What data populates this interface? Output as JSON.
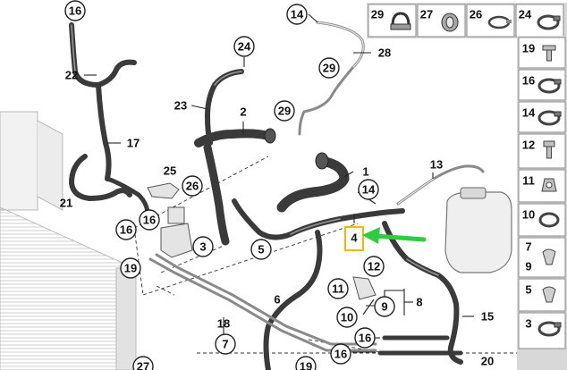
{
  "diagram": {
    "highlight_color": "#f5b800",
    "arrow_color": "#2ecc40",
    "hose_color": "#3a3a3a",
    "callouts": [
      {
        "label": "16"
      },
      {
        "label": "22"
      },
      {
        "label": "14"
      },
      {
        "label": "28"
      },
      {
        "label": "24"
      },
      {
        "label": "29"
      },
      {
        "label": "23"
      },
      {
        "label": "2"
      },
      {
        "label": "17"
      },
      {
        "label": "29"
      },
      {
        "label": "1"
      },
      {
        "label": "13"
      },
      {
        "label": "25"
      },
      {
        "label": "26"
      },
      {
        "label": "21"
      },
      {
        "label": "14"
      },
      {
        "label": "16"
      },
      {
        "label": "16"
      },
      {
        "label": "3"
      },
      {
        "label": "5"
      },
      {
        "label": "4"
      },
      {
        "label": "19"
      },
      {
        "label": "12"
      },
      {
        "label": "11"
      },
      {
        "label": "6"
      },
      {
        "label": "9"
      },
      {
        "label": "8"
      },
      {
        "label": "10"
      },
      {
        "label": "18"
      },
      {
        "label": "15"
      },
      {
        "label": "7"
      },
      {
        "label": "16"
      },
      {
        "label": "16"
      },
      {
        "label": "20"
      },
      {
        "label": "27"
      },
      {
        "label": "19"
      }
    ],
    "top_panel": [
      {
        "label": "29",
        "icon": "clamp-icon"
      },
      {
        "label": "27",
        "icon": "hose-clip-icon"
      },
      {
        "label": "26",
        "icon": "spring-clamp-icon"
      },
      {
        "label": "24",
        "icon": "hose-clamp-icon"
      }
    ],
    "side_panel": [
      {
        "label": "19",
        "icon": "screw-icon"
      },
      {
        "label": "16",
        "icon": "hose-clamp-icon"
      },
      {
        "label": "14",
        "icon": "hose-clamp-icon"
      },
      {
        "label": "12",
        "icon": "bolt-icon"
      },
      {
        "label": "11",
        "icon": "nut-icon"
      },
      {
        "label": "10",
        "icon": "ring-clamp-icon"
      },
      {
        "label": "7",
        "icon": "clip-icon"
      },
      {
        "label": "9",
        "icon": "clip-icon"
      },
      {
        "label": "5",
        "icon": "clip-icon"
      },
      {
        "label": "3",
        "icon": "hose-clamp-icon"
      }
    ]
  }
}
